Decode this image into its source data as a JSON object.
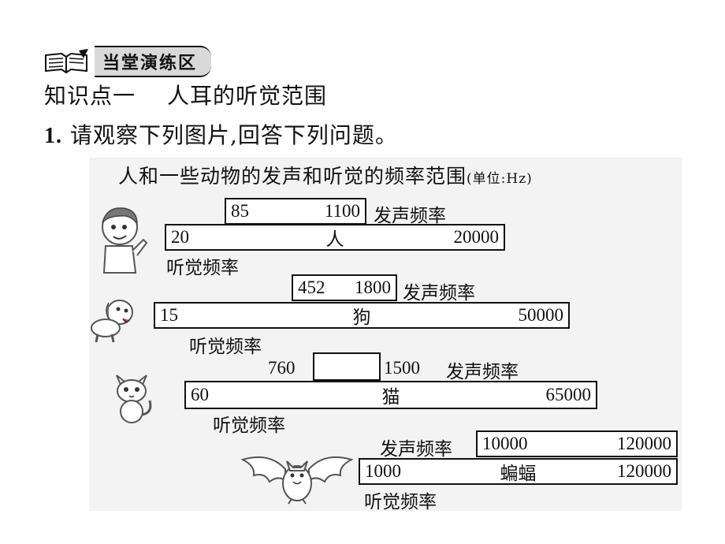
{
  "section": {
    "title": "当堂演练区"
  },
  "knowledge_point": {
    "label": "知识点一",
    "topic": "人耳的听觉范围"
  },
  "question": {
    "number": "1.",
    "text": "请观察下列图片,回答下列问题。"
  },
  "chart": {
    "title": "人和一些动物的发声和听觉的频率范围",
    "unit": "(单位:Hz)",
    "speak_label": "发声频率",
    "hear_label": "听觉频率"
  },
  "chart_data": {
    "type": "table",
    "title": "人和一些动物的发声和听觉的频率范围",
    "unit": "(单位:Hz)",
    "rows": [
      {
        "name": "人",
        "speak_low": "85",
        "speak_high": "1100",
        "hear_low": "20",
        "hear_high": "20000"
      },
      {
        "name": "狗",
        "speak_low": "452",
        "speak_high": "1800",
        "hear_low": "15",
        "hear_high": "50000"
      },
      {
        "name": "猫",
        "speak_low": "760",
        "speak_high": "1500",
        "hear_low": "60",
        "hear_high": "65000"
      },
      {
        "name": "蝙蝠",
        "speak_low": "10000",
        "speak_high": "120000",
        "hear_low": "1000",
        "hear_high": "120000"
      }
    ]
  }
}
